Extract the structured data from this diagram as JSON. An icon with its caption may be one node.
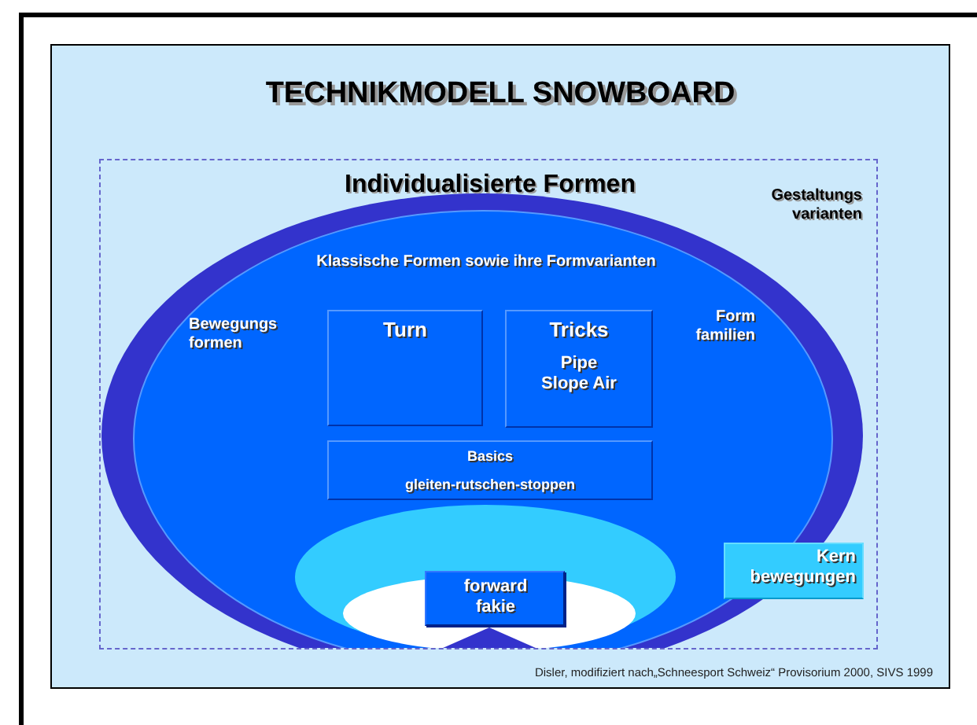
{
  "diagram": {
    "title": "TECHNIKMODELL SNOWBOARD",
    "caption": "Disler, modifiziert nach„Schneesport Schweiz“ Provisorium 2000, SIVS 1999",
    "nodes": [
      {
        "text": [
          "Individualisierte Formen",
          "Gestaltungs varianten"
        ]
      },
      {
        "text": [
          "Klassische Formen sowie  ihre Formvarianten",
          "Bewegungs formen",
          "Form familien"
        ],
        "in": 0
      },
      {
        "text": [
          "Turn"
        ],
        "in": 1
      },
      {
        "text": [
          "Tricks",
          "Pipe Slope Air"
        ],
        "in": 1
      },
      {
        "text": [
          "Basics",
          "gleiten-rutschen-stoppen"
        ],
        "in": 1
      },
      {
        "text": [],
        "shape": "ellipse",
        "in": 1
      },
      {
        "text": [],
        "shape": "ellipse",
        "in": 5
      },
      {
        "text": [
          "forward fakie"
        ],
        "in": 5
      },
      {
        "text": [
          "Kern bewegungen"
        ],
        "in": 1
      }
    ]
  }
}
